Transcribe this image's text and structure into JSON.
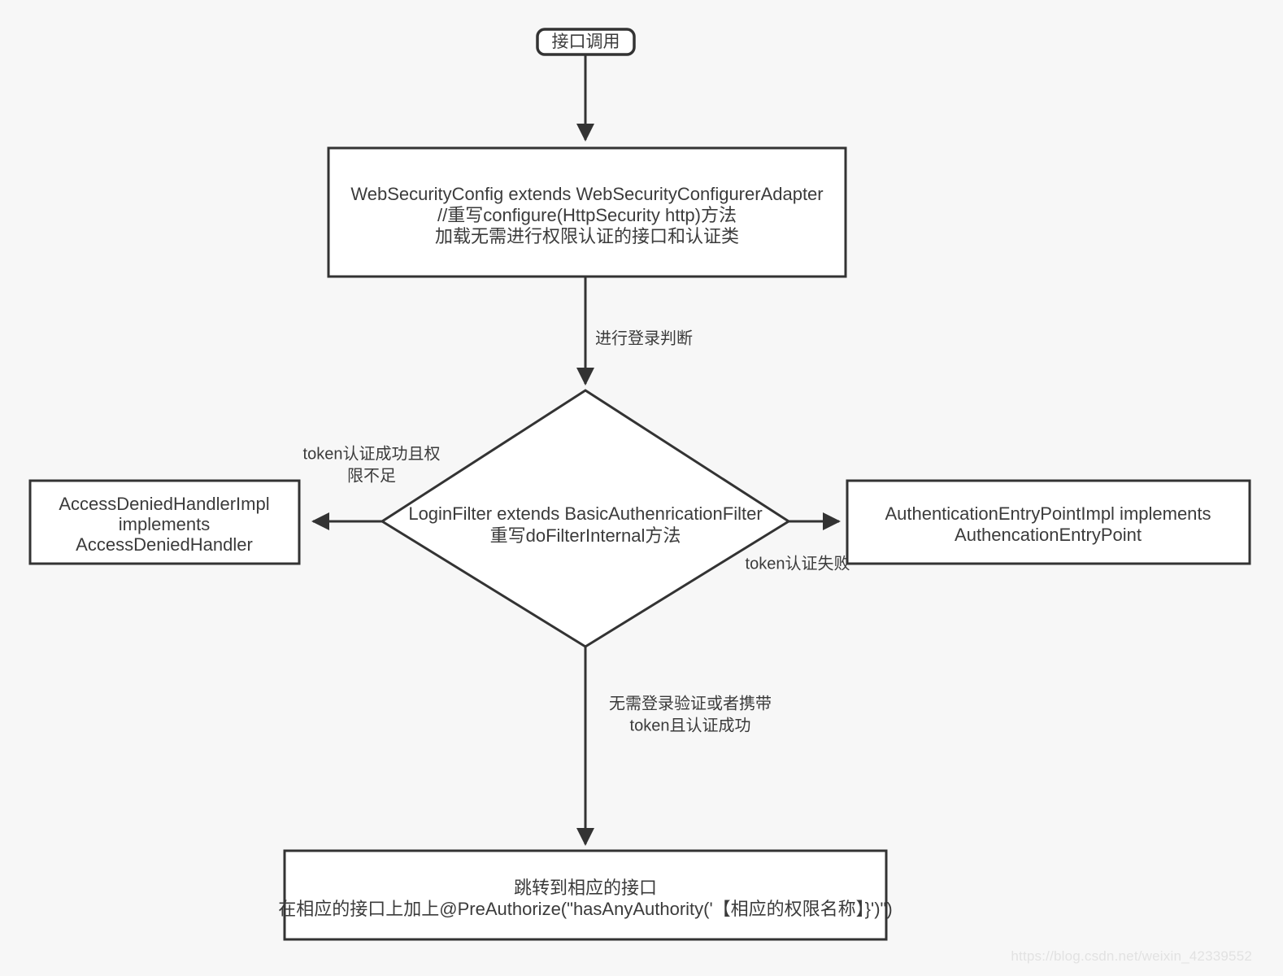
{
  "diagram": {
    "title": "Spring Security 接口调用鉴权流程图",
    "background_color": "#f7f7f7",
    "stroke_color": "#333333",
    "node_fill": "#ffffff",
    "text_color": "#3b3b3b",
    "nodes": {
      "start": {
        "shape": "rounded-rectangle",
        "label": "接口调用"
      },
      "config": {
        "shape": "rectangle",
        "line1": "WebSecurityConfig extends WebSecurityConfigurerAdapter",
        "line2": "//重写configure(HttpSecurity http)方法",
        "line3": "加载无需进行权限认证的接口和认证类"
      },
      "decision": {
        "shape": "diamond",
        "line1": "LoginFilter extends BasicAuthenricationFilter",
        "line2": "重写doFilterInternal方法"
      },
      "access_denied": {
        "shape": "rectangle",
        "line1": "AccessDeniedHandlerImpl",
        "line2": "implements",
        "line3": "AccessDeniedHandler"
      },
      "entry_point": {
        "shape": "rectangle",
        "line1": "AuthenticationEntryPointImpl implements",
        "line2": "AuthencationEntryPoint"
      },
      "target_api": {
        "shape": "rectangle",
        "line1": "跳转到相应的接口",
        "line2": "在相应的接口上加上@PreAuthorize(\"hasAnyAuthority('【相应的权限名称】}')\")"
      }
    },
    "edge_labels": {
      "start_to_config": "",
      "config_to_decision": "进行登录判断",
      "decision_to_access_denied_line1": "token认证成功且权",
      "decision_to_access_denied_line2": "限不足",
      "decision_to_entry_point": "token认证失败",
      "decision_to_target_line1": "无需登录验证或者携带",
      "decision_to_target_line2": "token且认证成功"
    },
    "watermark": "https://blog.csdn.net/weixin_42339552"
  }
}
